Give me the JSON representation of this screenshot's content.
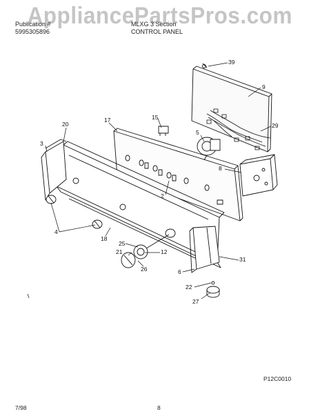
{
  "watermark": "AppliancePartsPros.com",
  "header": {
    "line1_left": "Publication #",
    "line1_mid": "MLXG 3 Section",
    "line2_left": "5995305896",
    "line2_mid": "CONTROL PANEL"
  },
  "callouts": {
    "c39": "39",
    "c9": "9",
    "c15": "15",
    "c17": "17",
    "c20": "20",
    "c5": "5",
    "c29": "29",
    "c3": "3",
    "c8": "8",
    "c2": "2",
    "c4": "4",
    "c18": "18",
    "c25": "25",
    "c12": "12",
    "c21": "21",
    "c26": "26",
    "c31": "31",
    "c6": "6",
    "c22": "22",
    "c27": "27"
  },
  "footer": {
    "figure_code": "P12C0010",
    "date": "7/98",
    "page": "8"
  }
}
